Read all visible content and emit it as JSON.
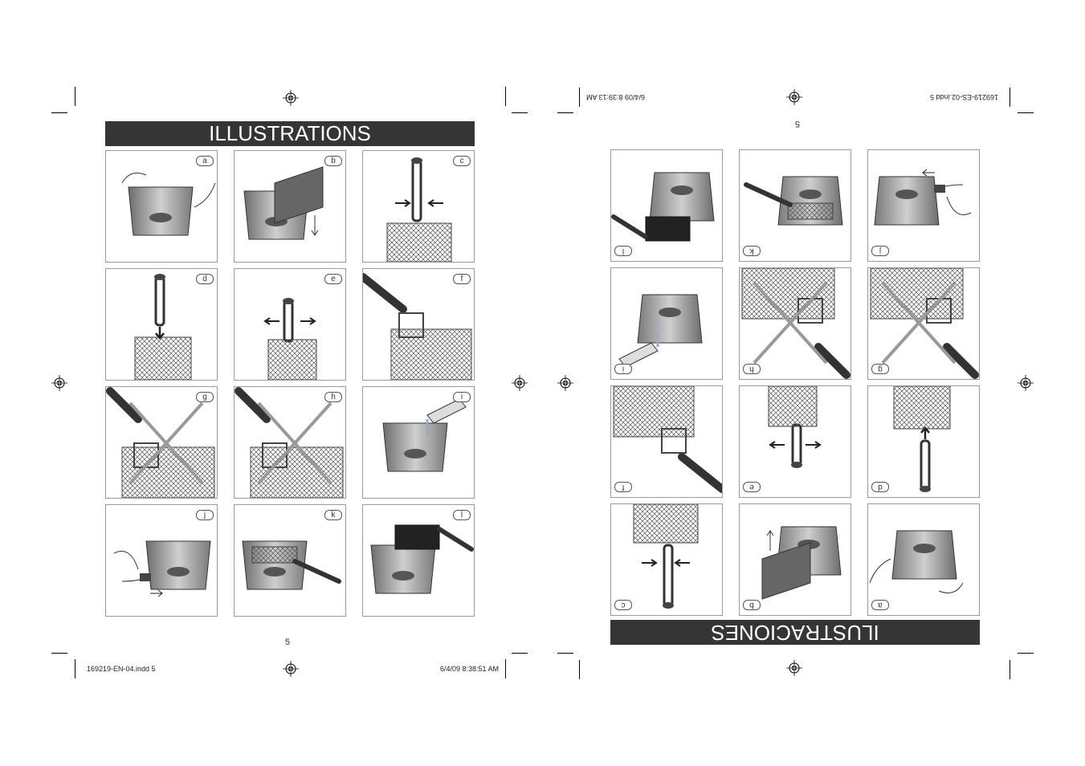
{
  "left_page": {
    "banner_title": "ILLUSTRATIONS",
    "page_number": "5",
    "slug_file": "169219-EN-04.indd   5",
    "slug_date": "6/4/09   8:38:51 AM",
    "panels": [
      {
        "letter": "a",
        "scene": "fryer-hands"
      },
      {
        "letter": "b",
        "scene": "lid-remove"
      },
      {
        "letter": "c",
        "scene": "handle-squeeze"
      },
      {
        "letter": "d",
        "scene": "handle-insert"
      },
      {
        "letter": "e",
        "scene": "handle-spread"
      },
      {
        "letter": "f",
        "scene": "basket-ok"
      },
      {
        "letter": "g",
        "scene": "basket-no"
      },
      {
        "letter": "h",
        "scene": "basket-no"
      },
      {
        "letter": "i",
        "scene": "oil-pour"
      },
      {
        "letter": "j",
        "scene": "lid-press"
      },
      {
        "letter": "k",
        "scene": "basket-lower"
      },
      {
        "letter": "l",
        "scene": "basket-drain"
      }
    ]
  },
  "right_page": {
    "banner_title": "ILUSTRACIONES",
    "page_number": "5",
    "slug_file": "169219-ES-02.indd   5",
    "slug_date": "6/4/09   8:39:13 AM",
    "panels": [
      {
        "letter": "a",
        "scene": "fryer-hands"
      },
      {
        "letter": "b",
        "scene": "lid-remove"
      },
      {
        "letter": "c",
        "scene": "handle-squeeze"
      },
      {
        "letter": "d",
        "scene": "handle-insert"
      },
      {
        "letter": "e",
        "scene": "handle-spread"
      },
      {
        "letter": "f",
        "scene": "basket-ok"
      },
      {
        "letter": "g",
        "scene": "basket-no"
      },
      {
        "letter": "h",
        "scene": "basket-no"
      },
      {
        "letter": "i",
        "scene": "oil-pour"
      },
      {
        "letter": "j",
        "scene": "lid-press"
      },
      {
        "letter": "k",
        "scene": "basket-lower"
      },
      {
        "letter": "l",
        "scene": "basket-drain"
      }
    ]
  },
  "colors": {
    "banner_bg": "#353535",
    "panel_border": "#9a9a9a",
    "ink": "#333333"
  }
}
